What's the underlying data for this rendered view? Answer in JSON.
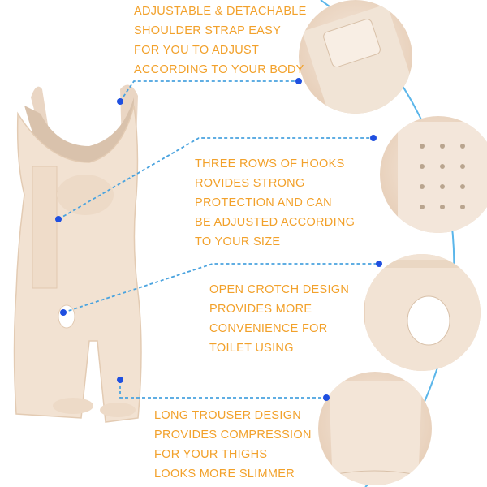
{
  "colors": {
    "text": "#f2a12b",
    "connector": "#4aa3df",
    "dot": "#1f4fe0",
    "arc": "#5bb6ea",
    "fabric": "#f2e2d2",
    "fabric_shadow": "#e3cbb3"
  },
  "features": [
    {
      "id": "shoulder-strap",
      "lines": [
        "ADJUSTABLE & DETACHABLE",
        "SHOULDER STRAP EASY",
        "FOR YOU TO ADJUST",
        "ACCORDING TO YOUR BODY"
      ]
    },
    {
      "id": "hooks",
      "lines": [
        "THREE ROWS OF HOOKS",
        "ROVIDES STRONG",
        "PROTECTION AND CAN",
        "BE ADJUSTED ACCORDING",
        "TO YOUR SIZE"
      ]
    },
    {
      "id": "open-crotch",
      "lines": [
        "OPEN CROTCH DESIGN",
        "PROVIDES MORE",
        "CONVENIENCE FOR",
        "TOILET USING"
      ]
    },
    {
      "id": "long-trouser",
      "lines": [
        "LONG TROUSER DESIGN",
        "PROVIDES COMPRESSION",
        "FOR YOUR THIGHS",
        "LOOKS MORE SLIMMER"
      ]
    }
  ]
}
